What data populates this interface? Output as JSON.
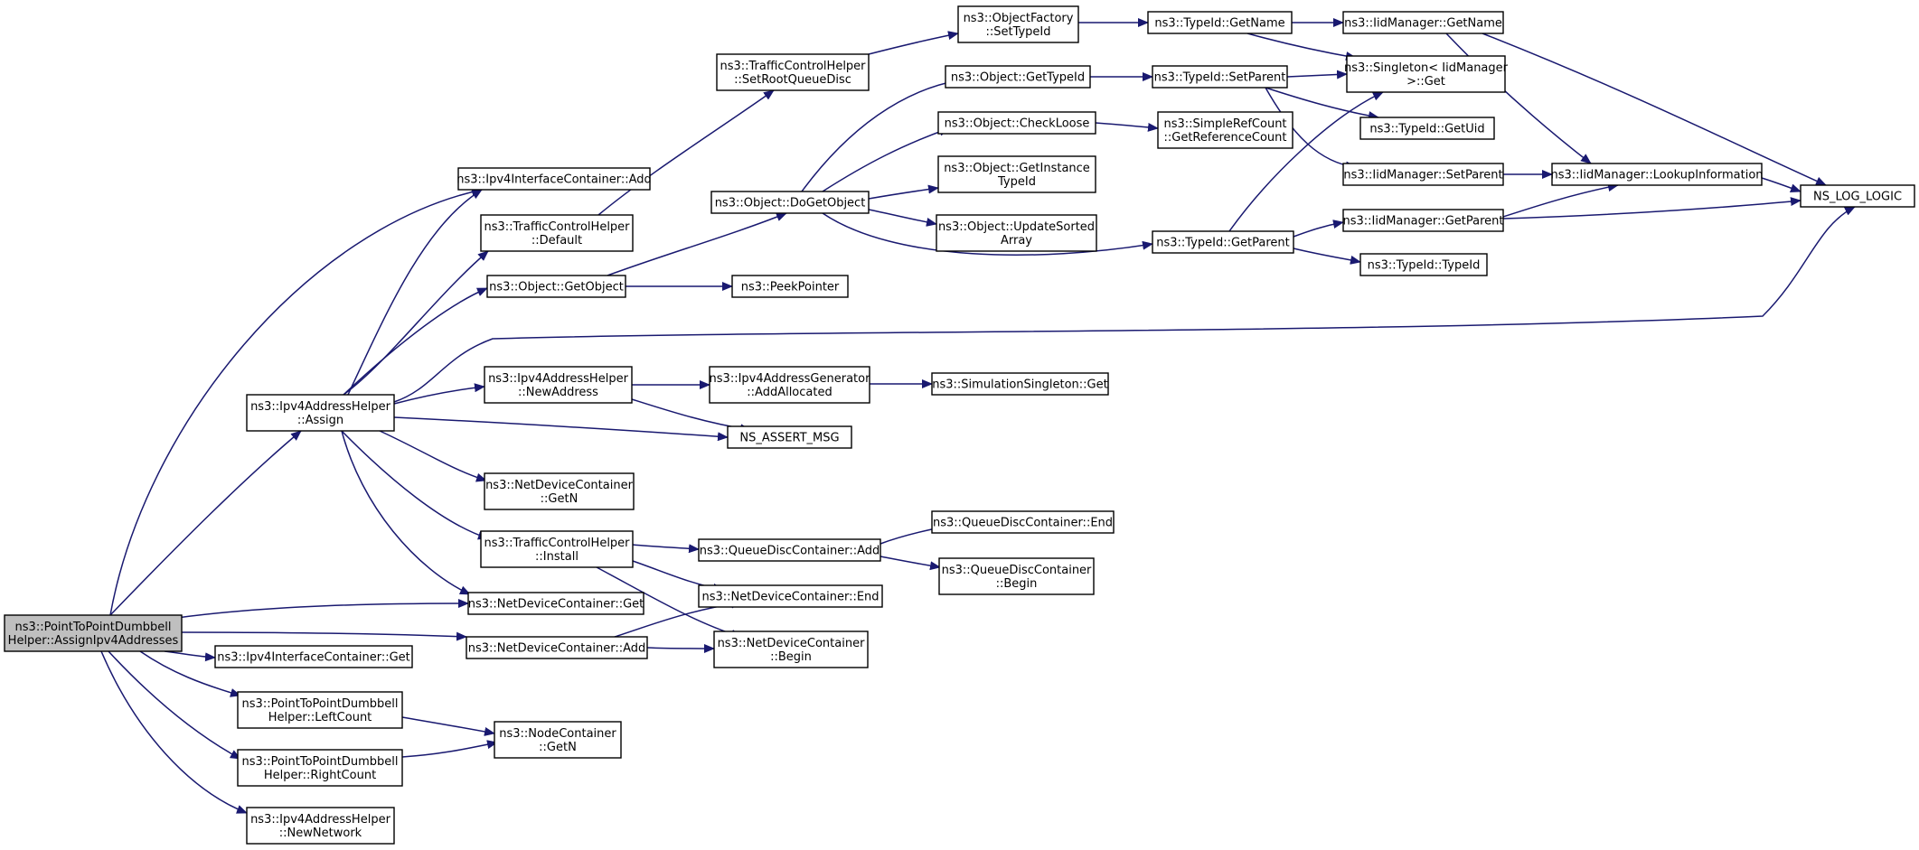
{
  "graph": {
    "edge_color": "#191970",
    "root_fill": "#bfbfbf",
    "node_fill": "#ffffff",
    "nodes": [
      {
        "id": "root",
        "lines": [
          "ns3::PointToPointDumbbell",
          "Helper::AssignIpv4Addresses"
        ],
        "root": true
      },
      {
        "id": "ipv4iface_add",
        "lines": [
          "ns3::Ipv4InterfaceContainer::Add"
        ]
      },
      {
        "id": "ipv4addr_assign",
        "lines": [
          "ns3::Ipv4AddressHelper",
          "::Assign"
        ]
      },
      {
        "id": "netdev_get",
        "lines": [
          "ns3::NetDeviceContainer::Get"
        ]
      },
      {
        "id": "ipv4iface_get",
        "lines": [
          "ns3::Ipv4InterfaceContainer::Get"
        ]
      },
      {
        "id": "netdev_add",
        "lines": [
          "ns3::NetDeviceContainer::Add"
        ]
      },
      {
        "id": "p2p_leftcount",
        "lines": [
          "ns3::PointToPointDumbbell",
          "Helper::LeftCount"
        ]
      },
      {
        "id": "p2p_rightcount",
        "lines": [
          "ns3::PointToPointDumbbell",
          "Helper::RightCount"
        ]
      },
      {
        "id": "ipv4addr_newnetwork",
        "lines": [
          "ns3::Ipv4AddressHelper",
          "::NewNetwork"
        ]
      },
      {
        "id": "tch_default",
        "lines": [
          "ns3::TrafficControlHelper",
          "::Default"
        ]
      },
      {
        "id": "obj_getobject",
        "lines": [
          "ns3::Object::GetObject"
        ]
      },
      {
        "id": "ipv4addr_newaddress",
        "lines": [
          "ns3::Ipv4AddressHelper",
          "::NewAddress"
        ]
      },
      {
        "id": "ns_assert_msg",
        "lines": [
          "NS_ASSERT_MSG"
        ]
      },
      {
        "id": "netdev_getn",
        "lines": [
          "ns3::NetDeviceContainer",
          "::GetN"
        ]
      },
      {
        "id": "tch_install",
        "lines": [
          "ns3::TrafficControlHelper",
          "::Install"
        ]
      },
      {
        "id": "ns_log_logic",
        "lines": [
          "NS_LOG_LOGIC"
        ]
      },
      {
        "id": "tch_setroot",
        "lines": [
          "ns3::TrafficControlHelper",
          "::SetRootQueueDisc"
        ]
      },
      {
        "id": "obj_dogetobject",
        "lines": [
          "ns3::Object::DoGetObject"
        ]
      },
      {
        "id": "peekpointer",
        "lines": [
          "ns3::PeekPointer"
        ]
      },
      {
        "id": "ipv4gen_addalloc",
        "lines": [
          "ns3::Ipv4AddressGenerator",
          "::AddAllocated"
        ]
      },
      {
        "id": "qdc_add",
        "lines": [
          "ns3::QueueDiscContainer::Add"
        ]
      },
      {
        "id": "netdev_end",
        "lines": [
          "ns3::NetDeviceContainer::End"
        ]
      },
      {
        "id": "netdev_begin",
        "lines": [
          "ns3::NetDeviceContainer",
          "::Begin"
        ]
      },
      {
        "id": "nodecont_getn",
        "lines": [
          "ns3::NodeContainer",
          "::GetN"
        ]
      },
      {
        "id": "objfactory_settypeid",
        "lines": [
          "ns3::ObjectFactory",
          "::SetTypeId"
        ]
      },
      {
        "id": "obj_gettypeid",
        "lines": [
          "ns3::Object::GetTypeId"
        ]
      },
      {
        "id": "obj_checkloose",
        "lines": [
          "ns3::Object::CheckLoose"
        ]
      },
      {
        "id": "obj_getinstancetypeid",
        "lines": [
          "ns3::Object::GetInstance",
          "TypeId"
        ]
      },
      {
        "id": "obj_updatesorted",
        "lines": [
          "ns3::Object::UpdateSorted",
          "Array"
        ]
      },
      {
        "id": "simsingleton_get",
        "lines": [
          "ns3::SimulationSingleton::Get"
        ]
      },
      {
        "id": "qdc_end",
        "lines": [
          "ns3::QueueDiscContainer::End"
        ]
      },
      {
        "id": "qdc_begin",
        "lines": [
          "ns3::QueueDiscContainer",
          "::Begin"
        ]
      },
      {
        "id": "typeid_getname",
        "lines": [
          "ns3::TypeId::GetName"
        ]
      },
      {
        "id": "typeid_setparent",
        "lines": [
          "ns3::TypeId::SetParent"
        ]
      },
      {
        "id": "simplerefcount_getref",
        "lines": [
          "ns3::SimpleRefCount",
          "::GetReferenceCount"
        ]
      },
      {
        "id": "typeid_getparent",
        "lines": [
          "ns3::TypeId::GetParent"
        ]
      },
      {
        "id": "iidmgr_getname",
        "lines": [
          "ns3::IidManager::GetName"
        ]
      },
      {
        "id": "singleton_get",
        "lines": [
          "ns3::Singleton< IidManager",
          " >::Get"
        ]
      },
      {
        "id": "typeid_getuid",
        "lines": [
          "ns3::TypeId::GetUid"
        ]
      },
      {
        "id": "iidmgr_setparent",
        "lines": [
          "ns3::IidManager::SetParent"
        ]
      },
      {
        "id": "iidmgr_getparent",
        "lines": [
          "ns3::IidManager::GetParent"
        ]
      },
      {
        "id": "typeid_typeid",
        "lines": [
          "ns3::TypeId::TypeId"
        ]
      },
      {
        "id": "iidmgr_lookupinfo",
        "lines": [
          "ns3::IidManager::LookupInformation"
        ]
      }
    ]
  }
}
